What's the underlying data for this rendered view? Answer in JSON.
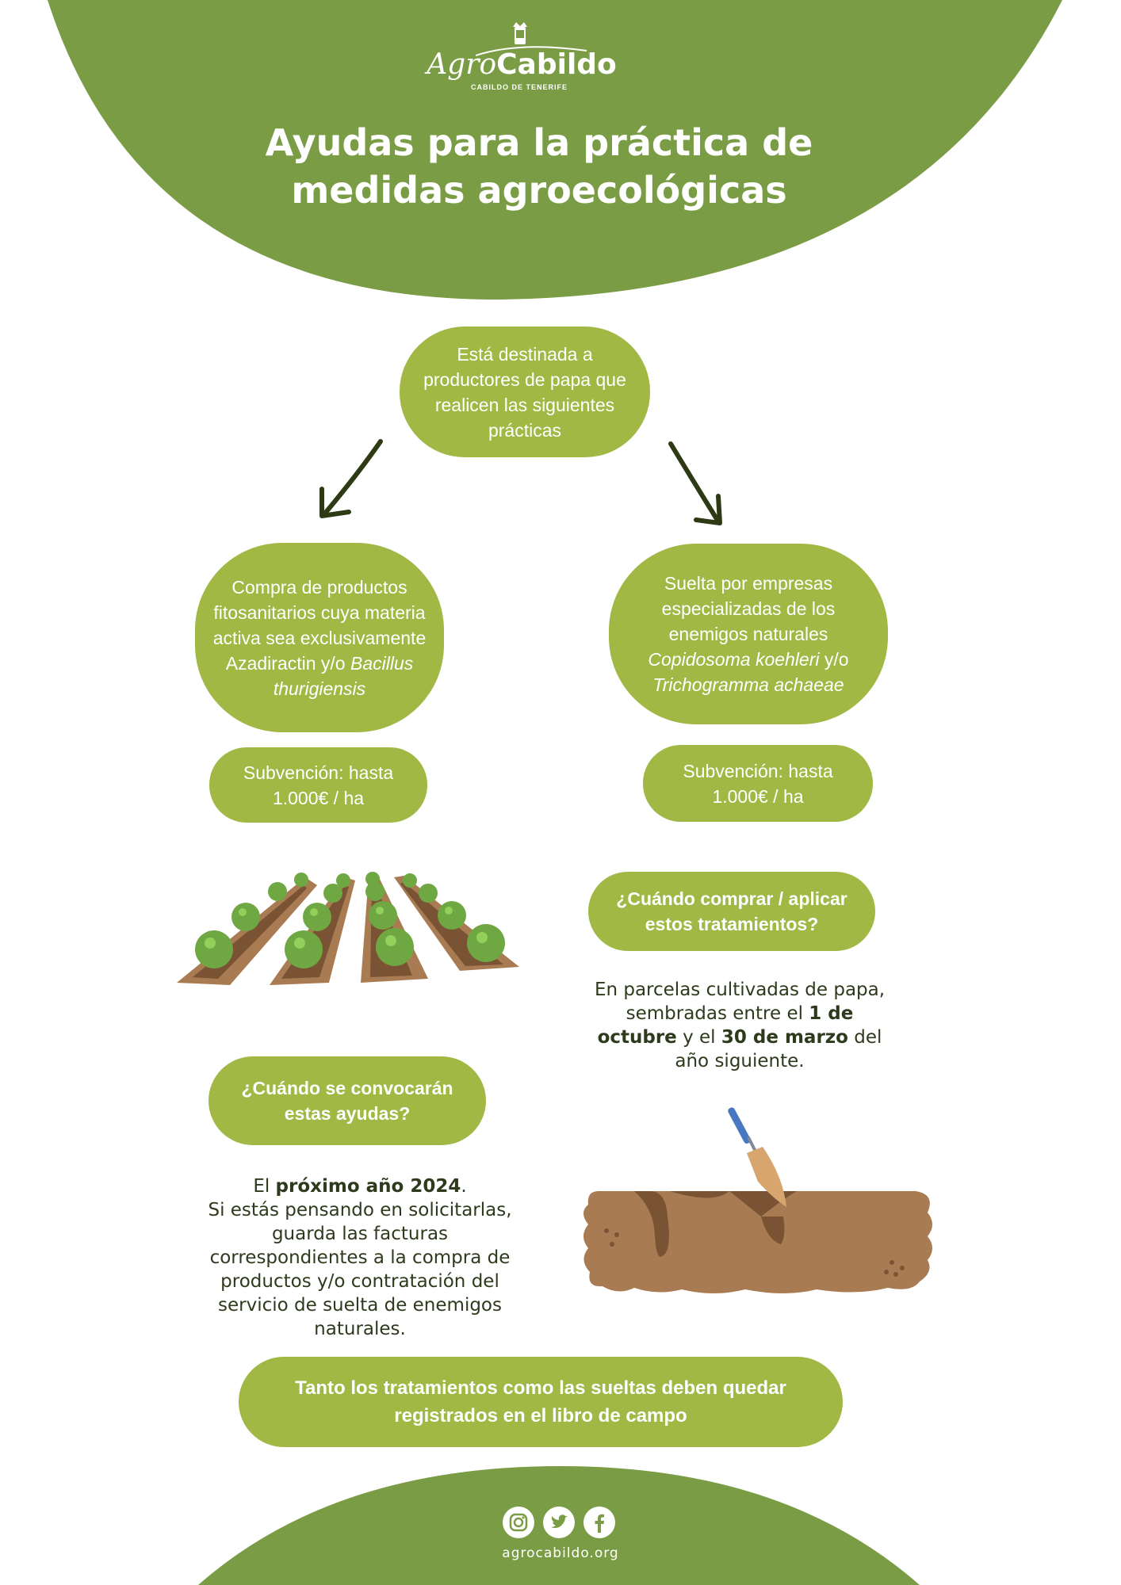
{
  "brand": {
    "logo_text_part1": "Agro",
    "logo_text_part2": "Cabildo",
    "logo_subtitle": "CABILDO DE TENERIFE"
  },
  "header": {
    "title_line1": "Ayudas para la práctica de",
    "title_line2": "medidas agroecológicas"
  },
  "intro": {
    "line1": "Está destinada a",
    "line2": "productores de papa que",
    "line3": "realicen las siguientes",
    "line4": "prácticas"
  },
  "option_left": {
    "line1": "Compra de productos",
    "line2": "fitosanitarios cuya materia",
    "line3": "activa sea exclusivamente",
    "line4_a": "Azadiractin y/o ",
    "line4_b": "Bacillus",
    "line5": "thurigiensis",
    "subsidy_line1": "Subvención: hasta",
    "subsidy_line2": "1.000€ / ha"
  },
  "option_right": {
    "line1": "Suelta por empresas",
    "line2": "especializadas de los",
    "line3": "enemigos naturales",
    "line4_a": "Copidosoma koehleri",
    "line4_b": " y/o",
    "line5": "Trichogramma achaeae",
    "subsidy_line1": "Subvención: hasta",
    "subsidy_line2": "1.000€ / ha"
  },
  "when_apply": {
    "question_line1": "¿Cuándo comprar / aplicar",
    "question_line2": "estos tratamientos?",
    "answer_l1": "En parcelas cultivadas de papa,",
    "answer_l2_a": "sembradas entre el ",
    "answer_l2_b": "1 de",
    "answer_l3_a": "octubre",
    "answer_l3_b": " y el ",
    "answer_l3_c": "30 de marzo",
    "answer_l3_d": " del",
    "answer_l4": "año siguiente."
  },
  "when_call": {
    "question_line1": "¿Cuándo se convocarán",
    "question_line2": "estas ayudas?",
    "answer_l1_a": "El ",
    "answer_l1_b": "próximo año 2024",
    "answer_l1_c": ".",
    "answer_l2": "Si estás pensando en solicitarlas,",
    "answer_l3": "guarda las facturas",
    "answer_l4": "correspondientes a la compra de",
    "answer_l5": "productos y/o contratación del",
    "answer_l6": "servicio de suelta de enemigos",
    "answer_l7": "naturales."
  },
  "note": {
    "line1": "Tanto los tratamientos como las sueltas deben quedar",
    "line2": "registrados en el libro de campo"
  },
  "footer": {
    "website": "agrocabildo.org",
    "icons": [
      "instagram-icon",
      "twitter-icon",
      "facebook-icon"
    ]
  },
  "colors": {
    "dark_green": "#7a9c45",
    "light_green": "#a1b844",
    "dark_text": "#2e3a1c",
    "soil_brown": "#a87b52",
    "soil_dark": "#7a5335"
  }
}
